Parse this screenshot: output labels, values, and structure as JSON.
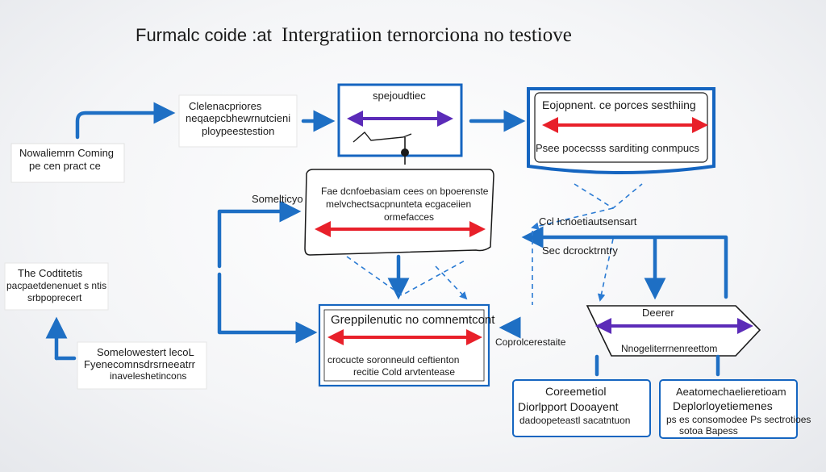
{
  "title": {
    "left": "Furmalc coide :at",
    "right": "Intergratiion ternorciona no testiove"
  },
  "labels": {
    "left_box": [
      "Nowaliemrn Coming",
      "pe cen pract ce"
    ],
    "cleanup_box": [
      "Clelenacpriores",
      "neqaepcbhewrnutcieni",
      "ploypeestestion"
    ],
    "spec_box": "spejoudtiec",
    "top_right_box": [
      "Eojopnent. ce porces sesthiing",
      "Psee pocecsss sarditing conmpucs"
    ],
    "some_label": "Somelticyo",
    "middle_box": [
      "Fae dcnfoebasiam cees on bpoerenste",
      "melvchectsacpnunteta ecgaceiien",
      "ormefacces"
    ],
    "left_mid_box": [
      "The Codtitetis",
      "pacpaetdenenuet s ntis",
      "srbpoprecert"
    ],
    "conflict_label": "Ccl Icnoetiautsensart",
    "seco_label": "Sec dcrocktrntry",
    "center_box": [
      "Greppilenutic no comnemtcont",
      "crocucte soronneuld ceftienton",
      "recitie Cold arvtentease"
    ],
    "coprolet_label": "Coprolcerestaite",
    "deploy_box": [
      "Deerer",
      "Nnogeliterrnenreettom"
    ],
    "bottom_left_box": [
      "Somelowestert lecoL",
      "Fyenecomnsdrsrneeatrr",
      "inaveleshetincons"
    ],
    "bottom_mid_box": [
      "Coreemetiol",
      "Diorlpport Dooayent",
      "dadoopeteastl sacatntuon"
    ],
    "bottom_right_box": [
      "Aeatomechaelieretioam",
      "Deplorloyetiemenes",
      "ps es consomodee Ps sectrotioes",
      "sotoa Bapess"
    ]
  },
  "colors": {
    "blue": "#1565c0",
    "red": "#e8202a",
    "purple": "#5b2bb8",
    "line": "#1e6fc4"
  }
}
